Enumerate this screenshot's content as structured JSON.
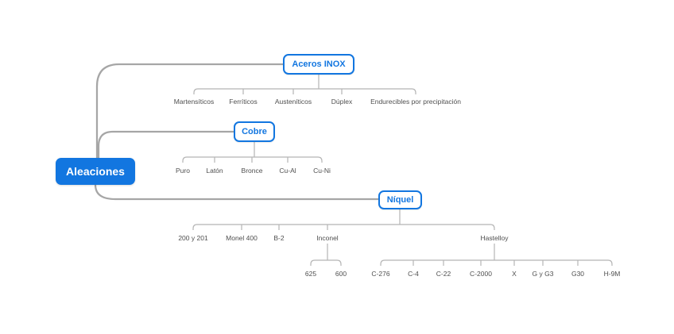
{
  "title": "Aleaciones mind map",
  "root": {
    "label": "Aleaciones"
  },
  "branches": {
    "aceros": {
      "label": "Aceros INOX"
    },
    "cobre": {
      "label": "Cobre"
    },
    "niquel": {
      "label": "Níquel"
    }
  },
  "children": {
    "aceros": [
      "Martensíticos",
      "Ferríticos",
      "Austeníticos",
      "Dúplex",
      "Endurecibles por precipitación"
    ],
    "cobre": [
      "Puro",
      "Latón",
      "Bronce",
      "Cu-Al",
      "Cu-Ni"
    ],
    "niquel": [
      "200 y 201",
      "Monel 400",
      "B-2",
      "Inconel",
      "Hastelloy"
    ],
    "inconel": [
      "625",
      "600"
    ],
    "hastelloy": [
      "C-276",
      "C-4",
      "C-22",
      "C-2000",
      "X",
      "G y G3",
      "G30",
      "H-9M"
    ]
  },
  "colors": {
    "accent_blue": "#1276e0",
    "root_text": "#ffffff",
    "branch_connector": "#a6a6a6",
    "leaf_connector": "#b5b5b5",
    "leaf_text": "#4f4f4f",
    "background": "#ffffff"
  }
}
